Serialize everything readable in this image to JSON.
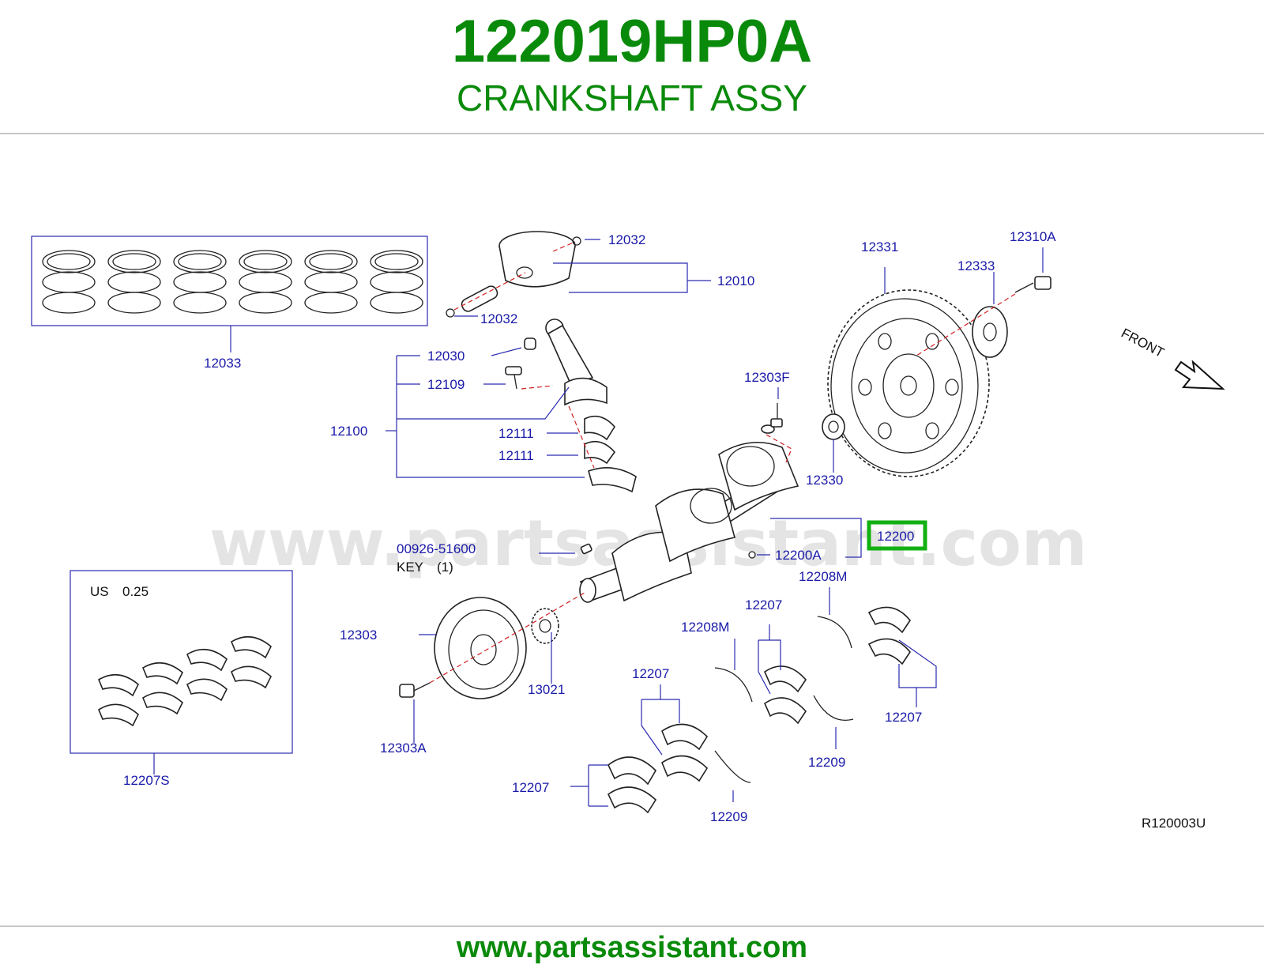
{
  "header": {
    "part_number": "122019HP0A",
    "part_name": "CRANKSHAFT ASSY"
  },
  "footer": {
    "site": "www.partsassistant.com"
  },
  "diagram": {
    "watermark": "www.partsassistant.com",
    "drawing_code": "R120003U",
    "front_label": "FRONT",
    "highlighted_part": "12200",
    "highlight_color": "#12b012",
    "labels": {
      "rings": "12033",
      "pin_clip_top": "12032",
      "pin_clip_bottom": "12032",
      "piston": "12010",
      "conrod_bushing": "12030",
      "conrod_bolt": "12109",
      "conrod_assy": "12100",
      "bearing_upper": "12111",
      "bearing_lower": "12111",
      "key_part": "00926-51600",
      "key_text": "KEY",
      "key_qty": "(1)",
      "flywheel": "12331",
      "plate": "12333",
      "flywheel_bolt": "12310A",
      "dowel": "12303F",
      "pilot": "12330",
      "crankshaft": "12200",
      "crank_plug": "12200A",
      "undersize_title": "US",
      "undersize_value": "0.25",
      "undersize_set": "12207S",
      "pulley": "12303",
      "pulley_bolt": "12303A",
      "sprocket": "13021",
      "thrust_m1": "12208M",
      "thrust_m2": "12208M",
      "main_bearing_1": "12207",
      "main_bearing_2": "12207",
      "main_bearing_3": "12207",
      "main_bearing_4": "12207",
      "thrust_1": "12209",
      "thrust_2": "12209"
    }
  }
}
